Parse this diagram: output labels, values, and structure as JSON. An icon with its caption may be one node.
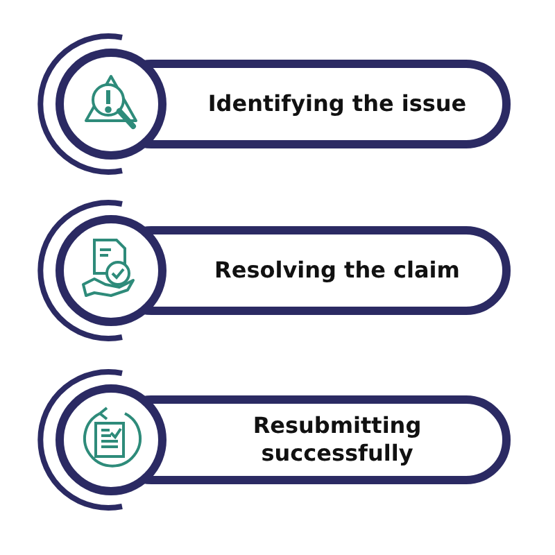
{
  "diagram": {
    "nodes": [
      {
        "text": [
          "Identifying the issue"
        ]
      },
      {
        "text": [
          "Resolving the claim"
        ]
      },
      {
        "text": [
          "Resubmitting successfully"
        ]
      }
    ]
  }
}
